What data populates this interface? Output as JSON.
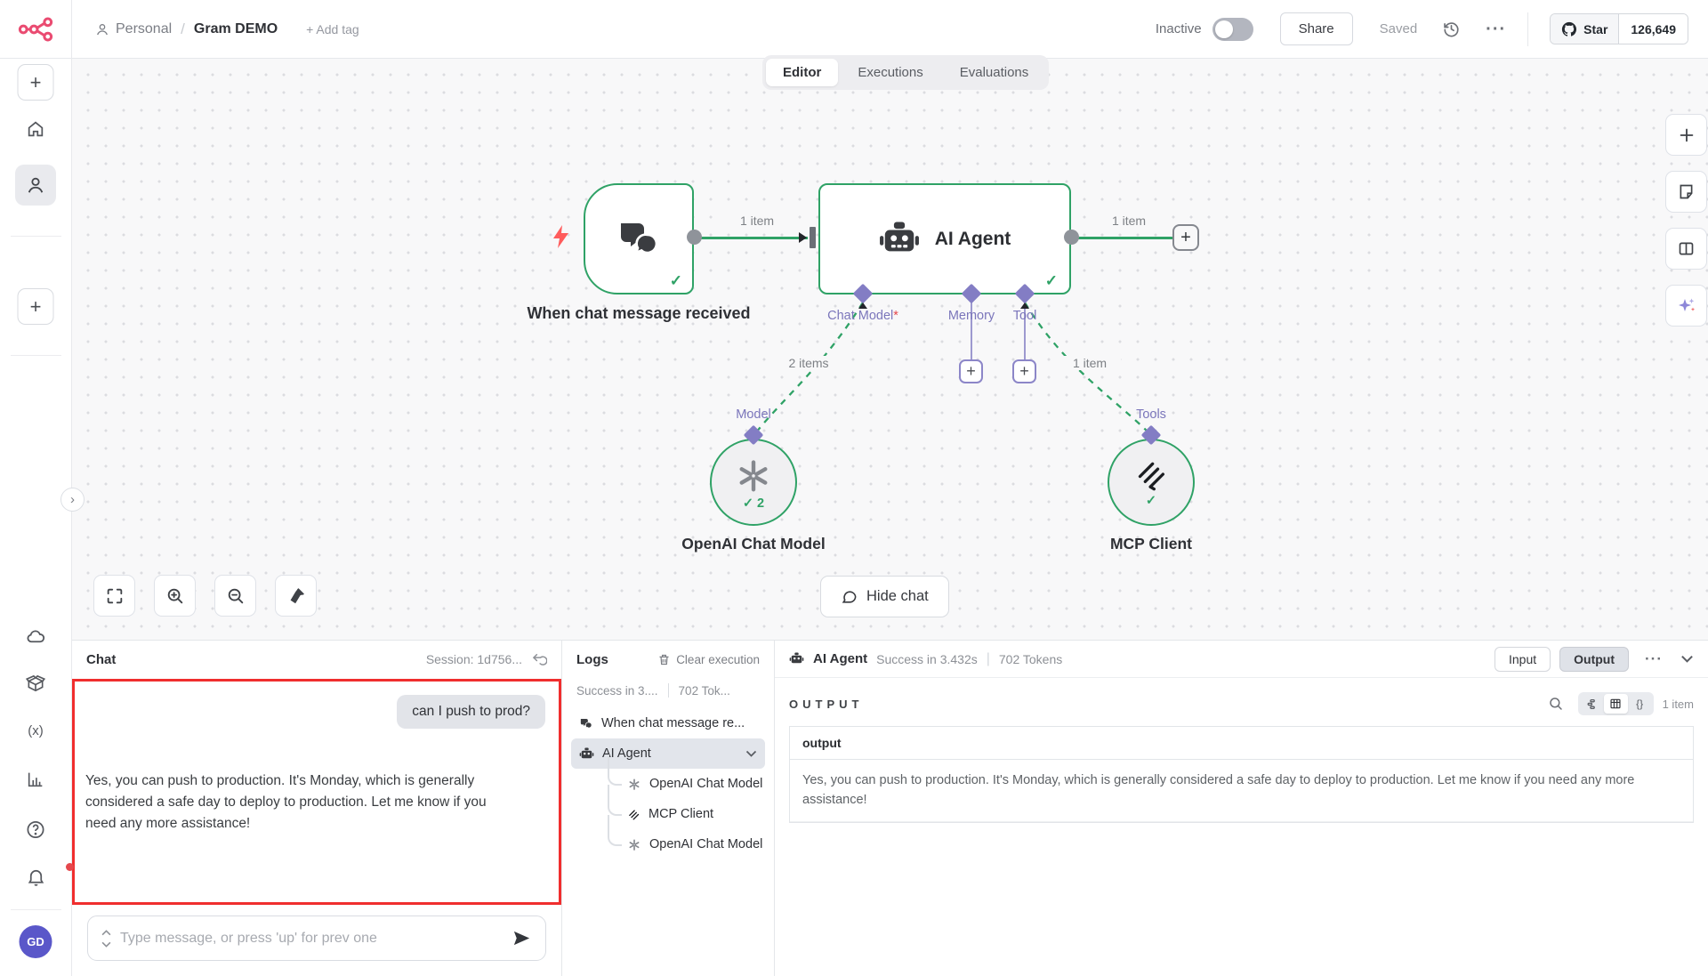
{
  "topbar": {
    "breadcrumb": {
      "project": "Personal",
      "separator": "/",
      "workflow": "Gram DEMO",
      "add_tag": "+ Add tag"
    },
    "activation": {
      "label": "Inactive",
      "enabled": false
    },
    "share_label": "Share",
    "saved_label": "Saved",
    "github": {
      "star_label": "Star",
      "star_count": "126,649"
    }
  },
  "tabs": [
    {
      "label": "Editor",
      "active": true
    },
    {
      "label": "Executions",
      "active": false
    },
    {
      "label": "Evaluations",
      "active": false
    }
  ],
  "canvas": {
    "trigger": {
      "label": "When chat message received"
    },
    "agent": {
      "label": "AI Agent",
      "connectors": [
        {
          "label": "Chat Model"
        },
        {
          "label": "Memory"
        },
        {
          "label": "Tool"
        }
      ],
      "required_mark": "*"
    },
    "edges": {
      "trigger_to_agent": "1 item",
      "agent_output": "1 item",
      "model_edge": "2 items",
      "tool_edge": "1 item"
    },
    "model_node": {
      "port_label": "Model",
      "label": "OpenAI Chat Model",
      "run_count": "2"
    },
    "tool_node": {
      "port_label": "Tools",
      "label": "MCP Client"
    },
    "hide_chat_label": "Hide chat"
  },
  "chat": {
    "title": "Chat",
    "session": "Session: 1d756...",
    "user_message": "can I push to prod?",
    "assistant_message": "Yes, you can push to production. It's Monday, which is generally considered a safe day to deploy to production. Let me know if you need any more assistance!",
    "input_placeholder": "Type message, or press 'up' for prev one"
  },
  "logs": {
    "title": "Logs",
    "clear_label": "Clear execution",
    "summary": {
      "status": "Success in 3....",
      "tokens": "702 Tok..."
    },
    "tree": [
      {
        "label": "When chat message re..."
      },
      {
        "label": "AI Agent",
        "selected": true,
        "children": [
          "OpenAI Chat Model",
          "MCP Client",
          "OpenAI Chat Model"
        ]
      }
    ]
  },
  "detail": {
    "node_name": "AI Agent",
    "status": "Success in 3.432s",
    "tokens": "702 Tokens",
    "input_label": "Input",
    "output_label": "Output",
    "section_title": "OUTPUT",
    "items_count": "1 item",
    "table": {
      "header": "output",
      "value": "Yes, you can push to production. It's Monday, which is generally considered a safe day to deploy to production. Let me know if you need any more assistance!"
    }
  },
  "user": {
    "initials": "GD"
  },
  "icons": {
    "check": "✓",
    "plus": "+",
    "ellipsis": "···",
    "pipe": "|",
    "question_mark": "?",
    "variables": "(x)",
    "json_braces": "{}",
    "chevron_right": "›"
  },
  "colors": {
    "success_green": "#2fa266",
    "ai_purple": "#837dc4",
    "brand_red": "#ea4b71",
    "alert_red": "#f02e2e"
  }
}
